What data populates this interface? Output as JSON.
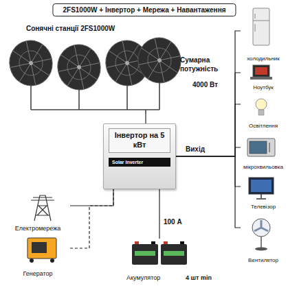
{
  "diagram": {
    "title": "2FS1000W + Інвертор + Мережа + Навантаження",
    "nodes": [
      {
        "text": [
          "Сонячні станції 2FS1000W"
        ]
      },
      {
        "text": [
          "Інвертор на 5 кВт",
          "Solar Inverter"
        ]
      },
      {
        "text": [
          "холодильник"
        ]
      },
      {
        "text": [
          "Ноутбук"
        ]
      },
      {
        "text": [
          "Освітлення"
        ]
      },
      {
        "text": [
          "мікрохвильовка"
        ]
      },
      {
        "text": [
          "Телевізор"
        ]
      },
      {
        "text": [
          "Вентилятор"
        ]
      },
      {
        "text": [
          "Електромережа"
        ]
      },
      {
        "text": [
          "Генератор"
        ]
      },
      {
        "text": [
          "Акумулятор",
          "4 шт min"
        ]
      }
    ],
    "edges": [
      {
        "from": 0,
        "to": 1,
        "arrow": "none"
      },
      {
        "from": 1,
        "to": 2,
        "arrow": "none"
      },
      {
        "from": 1,
        "to": 3,
        "arrow": "none"
      },
      {
        "from": 1,
        "to": 4,
        "arrow": "none"
      },
      {
        "from": 1,
        "to": 5,
        "arrow": "none"
      },
      {
        "from": 1,
        "to": 6,
        "arrow": "none"
      },
      {
        "from": 1,
        "to": 7,
        "arrow": "none"
      },
      {
        "from": 8,
        "to": 1,
        "arrow": "none"
      },
      {
        "from": 9,
        "to": 1,
        "arrow": "none"
      },
      {
        "from": 10,
        "to": 1,
        "arrow": "none"
      }
    ],
    "labels": [
      "Сумарна потужність",
      "4000 Вт",
      "Вихід",
      "100 А"
    ]
  }
}
